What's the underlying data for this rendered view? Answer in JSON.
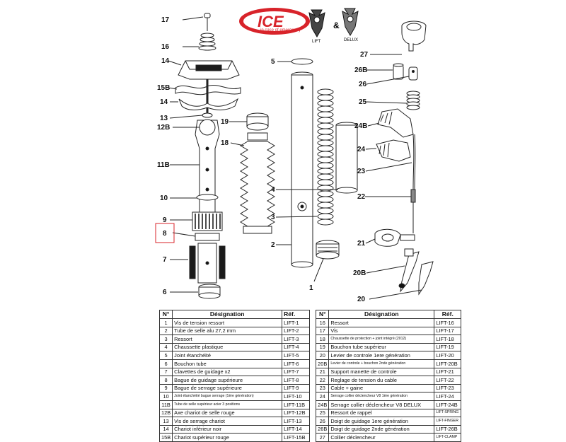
{
  "logo": {
    "brand": "ICE",
    "tagline": "in case of emergency",
    "amp": "&",
    "v8_lift": "LIFT",
    "v8_delux": "DELUX"
  },
  "callouts": {
    "n17": "17",
    "n16": "16",
    "n14": "14",
    "n15b": "15B",
    "n14b": "14",
    "n13": "13",
    "n12b": "12B",
    "n11b": "11B",
    "n10": "10",
    "n9": "9",
    "n8": "8",
    "n7": "7",
    "n6": "6",
    "n19": "19",
    "n18": "18",
    "n5": "5",
    "n4": "4",
    "n3": "3",
    "n2": "2",
    "n1": "1",
    "n27": "27",
    "n26b": "26B",
    "n26": "26",
    "n25": "25",
    "n24b": "24B",
    "n24": "24",
    "n23": "23",
    "n22": "22",
    "n21": "21",
    "n20b": "20B",
    "n20": "20"
  },
  "table": {
    "headers": {
      "no": "N°",
      "designation": "Désignation",
      "ref": "Réf."
    },
    "left_rows": [
      {
        "no": "1",
        "designation": "Vis de tension ressort",
        "ref": "LIFT-1"
      },
      {
        "no": "2",
        "designation": "Tube de selle alu 27,2 mm",
        "ref": "LIFT-2"
      },
      {
        "no": "3",
        "designation": "Ressort",
        "ref": "LIFT-3"
      },
      {
        "no": "4",
        "designation": "Chaussette plastique",
        "ref": "LIFT-4"
      },
      {
        "no": "5",
        "designation": "Joint étanchéité",
        "ref": "LIFT-5"
      },
      {
        "no": "6",
        "designation": "Bouchon tube",
        "ref": "LIFT-6"
      },
      {
        "no": "7",
        "designation": "Clavettes de guidage x2",
        "ref": "LIFT-7"
      },
      {
        "no": "8",
        "designation": "Bague de guidage supérieure",
        "ref": "LIFT-8"
      },
      {
        "no": "9",
        "designation": "Bague de serrage supérieure",
        "ref": "LIFT-9"
      },
      {
        "no": "10",
        "designation": "Joint étanchéité bague serrage (1ère génération)",
        "ref": "LIFT-10"
      },
      {
        "no": "11B",
        "designation": "Tube de selle supérieur acier 3 positions",
        "ref": "LIFT-11B"
      },
      {
        "no": "12B",
        "designation": "Axe chariot de selle rouge",
        "ref": "LIFT-12B"
      },
      {
        "no": "13",
        "designation": "Vis de serrage chariot",
        "ref": "LIFT-13"
      },
      {
        "no": "14",
        "designation": "Chariot inférieur noir",
        "ref": "LIFT-14"
      },
      {
        "no": "15B",
        "designation": "Chariot supérieur rouge",
        "ref": "LIFT-15B"
      }
    ],
    "right_rows": [
      {
        "no": "16",
        "designation": "Ressort",
        "ref": "LIFT-16"
      },
      {
        "no": "17",
        "designation": "Vis",
        "ref": "LIFT-17"
      },
      {
        "no": "18",
        "designation": "Chaussette de protection + joint intégré (2012)",
        "ref": "LIFT-18"
      },
      {
        "no": "19",
        "designation": "Bouchon tube supérieur",
        "ref": "LIFT-19"
      },
      {
        "no": "20",
        "designation": "Levier de controle 1ere génération",
        "ref": "LIFT-20"
      },
      {
        "no": "20B",
        "designation": "Levier de controle + bouchon 2nde génération",
        "ref": "LIFT-20B"
      },
      {
        "no": "21",
        "designation": "Support manette de controle",
        "ref": "LIFT-21"
      },
      {
        "no": "22",
        "designation": "Reglage de tension du cable",
        "ref": "LIFT-22"
      },
      {
        "no": "23",
        "designation": "Cable + gaine",
        "ref": "LIFT-23"
      },
      {
        "no": "24",
        "designation": "Serrage collier déclencheur V8 1ère génération",
        "ref": "LIFT-24"
      },
      {
        "no": "24B",
        "designation": "Serrage collier déclencheur V8 DELUX",
        "ref": "LIFT-24B"
      },
      {
        "no": "25",
        "designation": "Ressort de rappel",
        "ref": "LIFT-SPRING"
      },
      {
        "no": "26",
        "designation": "Doigt de guidage 1ere génération",
        "ref": "LIFT-FINGER"
      },
      {
        "no": "26B",
        "designation": "Doigt de guidage 2nde génération",
        "ref": "LIFT-26B"
      },
      {
        "no": "27",
        "designation": "Collier déclencheur",
        "ref": "LIFT-CLAMP"
      }
    ]
  },
  "colors": {
    "brand_red": "#d8232a",
    "line": "#222222",
    "part_fill": "#ffffff",
    "dark_part": "#1a1a1a"
  }
}
